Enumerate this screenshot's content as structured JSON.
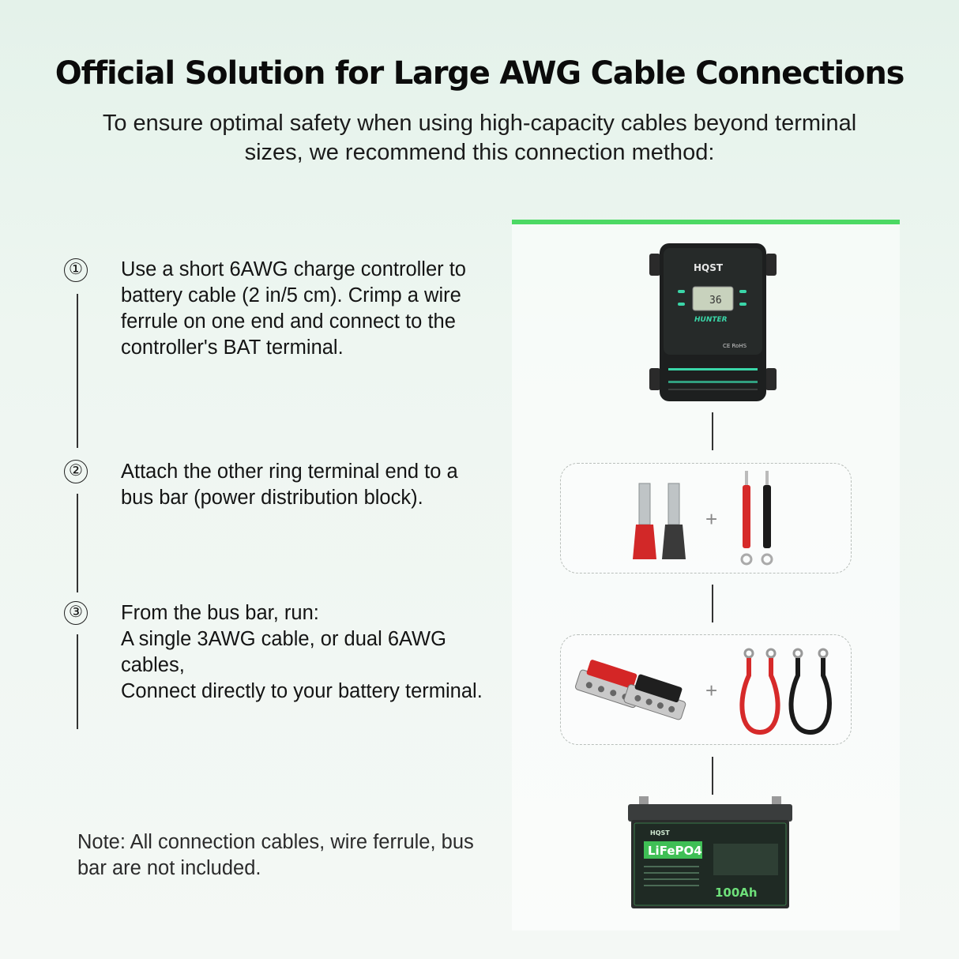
{
  "header": {
    "title": "Official Solution for Large AWG Cable Connections",
    "subtitle": "To ensure optimal safety when using high-capacity cables beyond terminal sizes, we recommend this connection method:"
  },
  "steps": [
    {
      "number": "①",
      "text": "Use a short 6AWG charge controller to battery cable (2 in/5 cm). Crimp a wire ferrule on one end and connect to the controller's BAT terminal."
    },
    {
      "number": "②",
      "text": "Attach the other ring terminal end to a bus bar (power distribution block)."
    },
    {
      "number": "③",
      "text": "From the bus bar, run:\nA single 3AWG cable, or dual 6AWG cables,\nConnect directly to your battery terminal."
    }
  ],
  "note": "Note: All connection cables, wire ferrule, bus bar are not included.",
  "diagram": {
    "controller": {
      "brand": "HQST",
      "model": "HUNTER",
      "display": "36",
      "marks": "CE RoHS"
    },
    "plus_sign": "+",
    "battery": {
      "brand": "HQST",
      "chemistry": "LiFePO4",
      "capacity": "100Ah"
    }
  },
  "colors": {
    "accent": "#4cd964",
    "red_wire": "#d62a2a",
    "black_wire": "#1a1a1a"
  }
}
